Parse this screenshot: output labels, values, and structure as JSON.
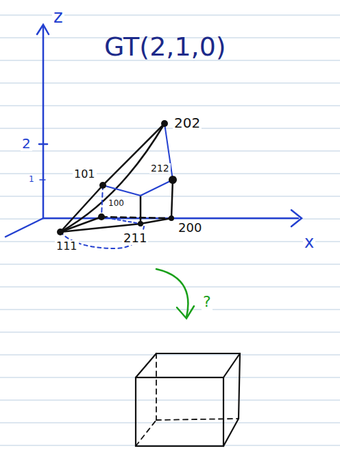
{
  "diagram": {
    "title": "GT(2,1,0)",
    "labels": [
      "z",
      "2",
      "1",
      "101",
      "202",
      "212",
      "100",
      "111",
      "211",
      "200",
      "x",
      "?"
    ]
  }
}
